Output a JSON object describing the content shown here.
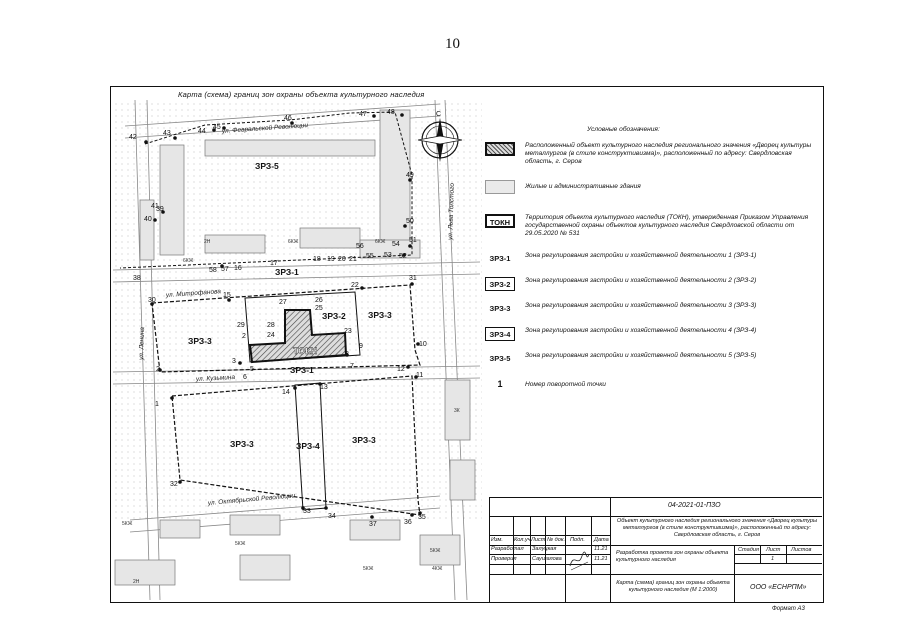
{
  "page_number": "10",
  "map_title": "Карта (схема) границ зон охраны объекта культурного наследия",
  "compass": {
    "north_label": "С"
  },
  "streets": [
    "ул. Февральской Революции",
    "ул. Митрофанова",
    "ул. Кузьмина",
    "ул. Октябрьской Революции",
    "ул. Льва Толстого",
    "ул. Ленина"
  ],
  "zone_labels": [
    "ЗРЗ-5",
    "ЗРЗ-1",
    "ЗРЗ-3",
    "ЗРЗ-2",
    "ЗРЗ-3",
    "ТОКН",
    "ЗРЗ-1",
    "ЗРЗ-3",
    "ЗРЗ-4",
    "ЗРЗ-3"
  ],
  "building_labels": [
    "6КЖ",
    "6КЖ",
    "6КЖ",
    "2Н",
    "5КЖ",
    "5КЖ",
    "2Н",
    "5КЖ",
    "4КЖ",
    "5КЖ",
    "3К"
  ],
  "points": [
    "1",
    "2",
    "3",
    "4",
    "5",
    "6",
    "7",
    "8",
    "9",
    "10",
    "11",
    "12",
    "13",
    "14",
    "15",
    "16",
    "17",
    "18",
    "19",
    "20",
    "21",
    "22",
    "23",
    "24",
    "25",
    "26",
    "27",
    "28",
    "29",
    "30",
    "31",
    "32",
    "33",
    "34",
    "35",
    "36",
    "37",
    "38",
    "39",
    "40",
    "41",
    "42",
    "43",
    "44",
    "45",
    "46",
    "47",
    "48",
    "49",
    "50",
    "51",
    "52",
    "53",
    "54",
    "55",
    "56",
    "57",
    "58"
  ],
  "legend": {
    "title": "Условные обозначения:",
    "items": [
      {
        "symbol": "",
        "text": "Расположенный объект культурного наследия регионального значения «Дворец культуры металлургов (в стиле конструктивизма)», расположенный по адресу: Свердловская область, г. Серов"
      },
      {
        "symbol": "",
        "text": "Жилые и административные здания"
      },
      {
        "symbol": "ТОКН",
        "text": "Территория объекта культурного наследия (ТОКН), утвержденная Приказом Управления государственной охраны объектов культурного наследия Свердловской области от 29.05.2020 № 531"
      },
      {
        "symbol": "ЗРЗ-1",
        "text": "Зона регулирования застройки и хозяйственной деятельности 1 (ЗРЗ-1)"
      },
      {
        "symbol": "ЗРЗ-2",
        "text": "Зона регулирования застройки и хозяйственной деятельности 2 (ЗРЗ-2)"
      },
      {
        "symbol": "ЗРЗ-3",
        "text": "Зона регулирования застройки и хозяйственной деятельности 3 (ЗРЗ-3)"
      },
      {
        "symbol": "ЗРЗ-4",
        "text": "Зона регулирования застройки и хозяйственной деятельности 4 (ЗРЗ-4)"
      },
      {
        "symbol": "ЗРЗ-5",
        "text": "Зона регулирования застройки и хозяйственной деятельности 5 (ЗРЗ-5)"
      },
      {
        "symbol": "1",
        "text": "Номер поворотной точки"
      }
    ]
  },
  "stamp": {
    "doc_code": "04-2021-01-П3О",
    "object_name": "Объект культурного наследия регионального значения «Дворец культуры металлургов (в стиле конструктивизма)», расположенный по адресу: Свердловская область, г. Серов",
    "headers": [
      "Изм.",
      "Кол.уч.",
      "Лист",
      "№ док.",
      "Подп.",
      "Дата"
    ],
    "row1": {
      "role": "Разработал",
      "name": "Залуцкая",
      "date": "11.21"
    },
    "row2": {
      "role": "Проверил",
      "name": "Саушалова",
      "date": "11.21"
    },
    "project_title": "Разработка проекта зон охраны объекта культурного наследия",
    "stage_header": "Стадия",
    "sheet_header": "Лист",
    "sheets_header": "Листов",
    "sheet_value": "1",
    "drawing_title": "Карта (схема) границ зон охраны объекта культурного наследия (М 1:2000)",
    "organization": "ООО «ЕСНРПМ»"
  },
  "format": "Формат А3"
}
